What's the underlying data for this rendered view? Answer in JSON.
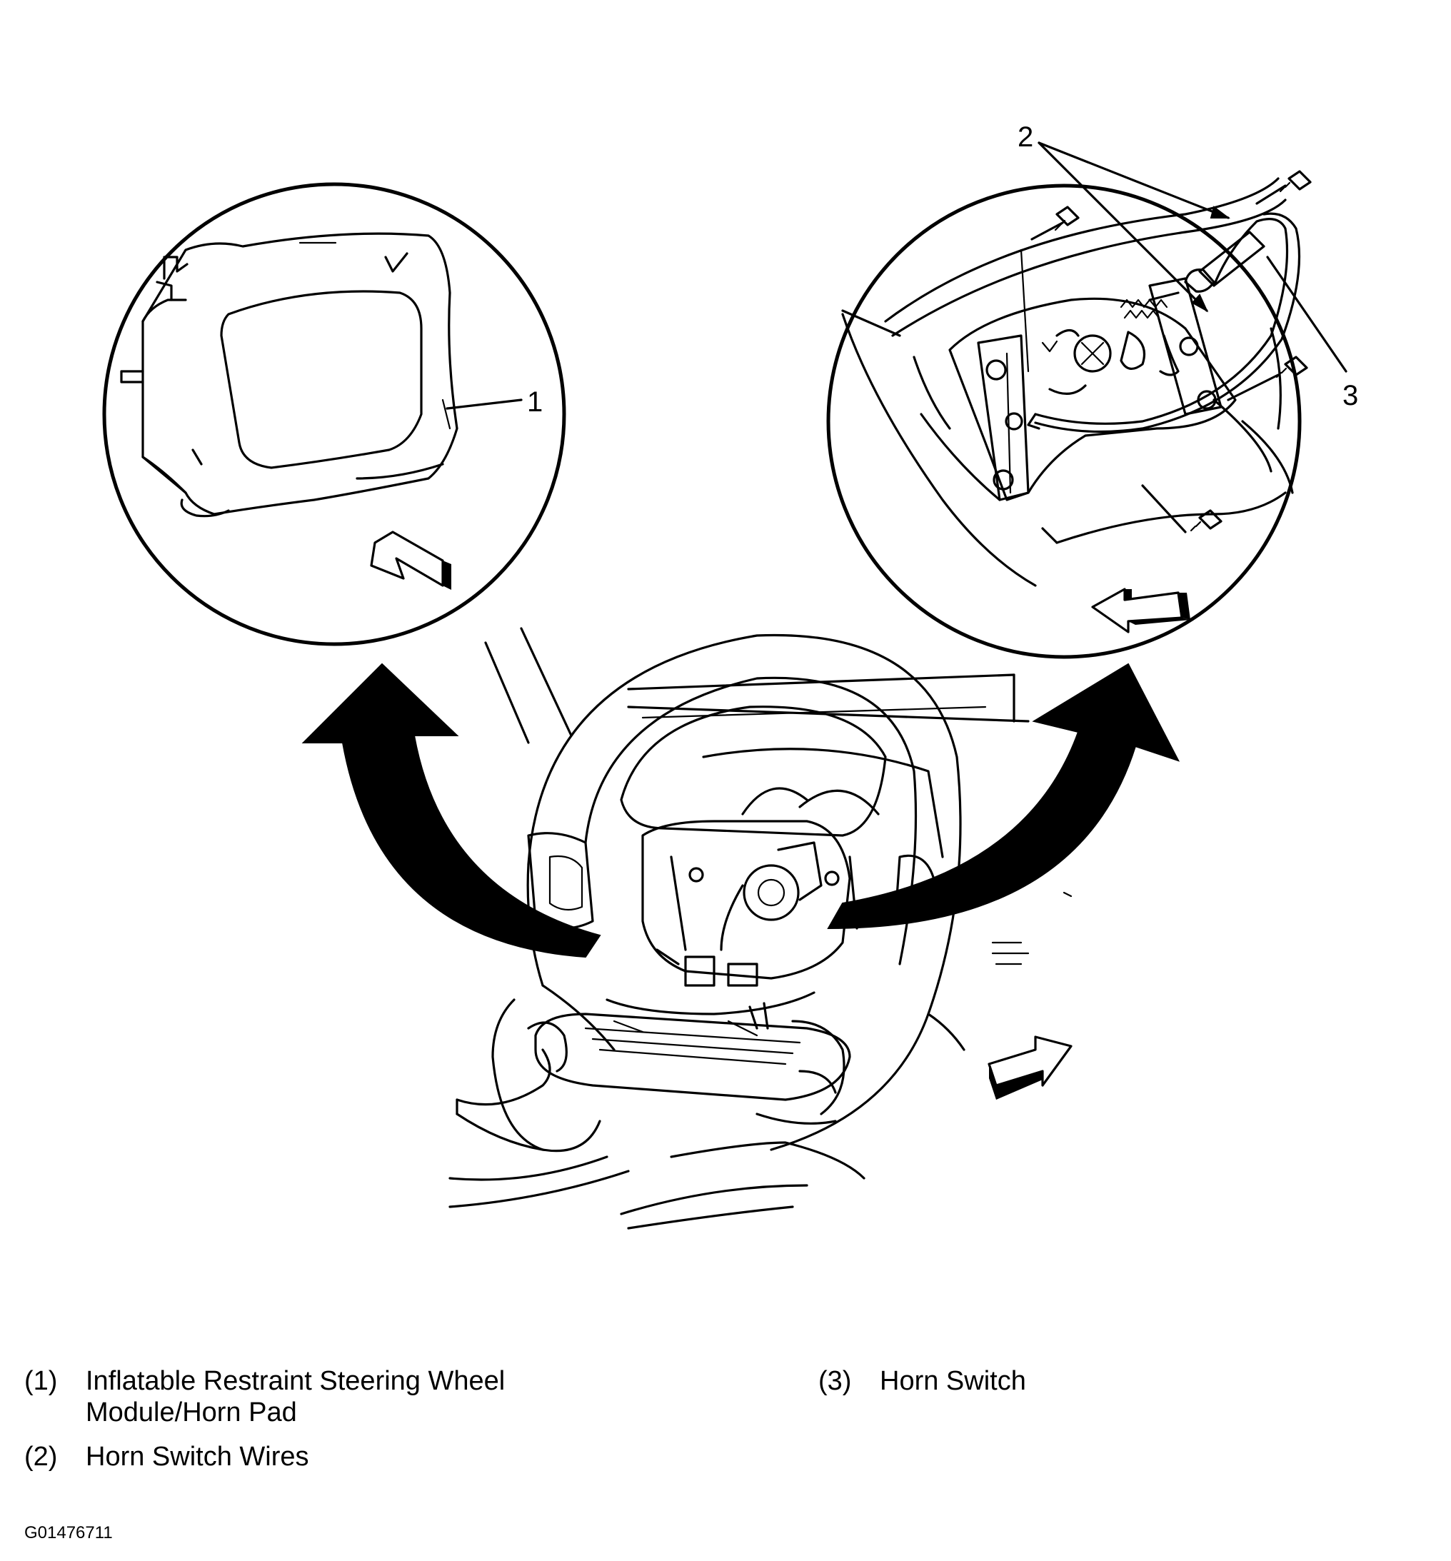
{
  "callouts": {
    "c1": "1",
    "c2": "2",
    "c3": "3"
  },
  "legend": [
    {
      "num": "(1)",
      "lines": [
        "Inflatable Restraint Steering Wheel",
        "Module/Horn Pad"
      ]
    },
    {
      "num": "(2)",
      "lines": [
        "Horn Switch Wires"
      ]
    },
    {
      "num": "(3)",
      "lines": [
        "Horn Switch"
      ]
    }
  ],
  "figure_code": "G01476711"
}
